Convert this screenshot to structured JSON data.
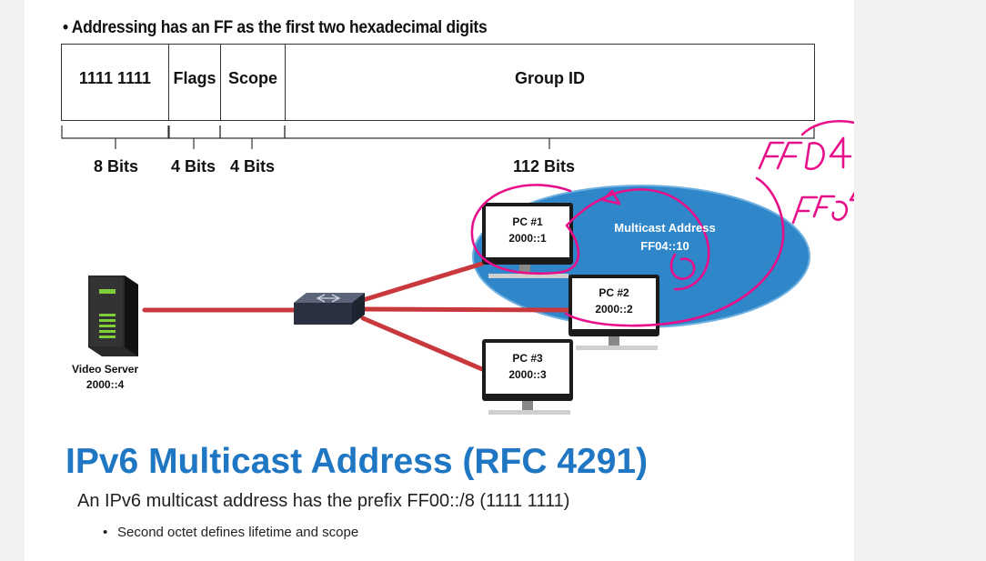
{
  "slide": {
    "bullet_heading": "• Addressing has an FF as the first two hexadecimal digits",
    "fields": [
      {
        "label": "1111 1111",
        "bits": "8 Bits"
      },
      {
        "label": "Flags",
        "bits": "4 Bits"
      },
      {
        "label": "Scope",
        "bits": "4 Bits"
      },
      {
        "label": "Group ID",
        "bits": "112 Bits"
      }
    ],
    "server": {
      "name": "Video Server",
      "address": "2000::4"
    },
    "pcs": [
      {
        "name": "PC #1",
        "address": "2000::1"
      },
      {
        "name": "PC #2",
        "address": "2000::2"
      },
      {
        "name": "PC #3",
        "address": "2000::3"
      }
    ],
    "multicast": {
      "label": "Multicast Address",
      "address": "FF04::10"
    },
    "title": "IPv6 Multicast Address (RFC 4291)",
    "subtitle": "An IPv6 multicast address has the prefix FF00::/8 (1111 1111)",
    "bullets": [
      "Second octet defines lifetime and scope"
    ]
  },
  "colors": {
    "title": "#1f77c3",
    "ellipse": "#2f86c9",
    "link": "#c8383c",
    "annotation": "#e8108a"
  }
}
